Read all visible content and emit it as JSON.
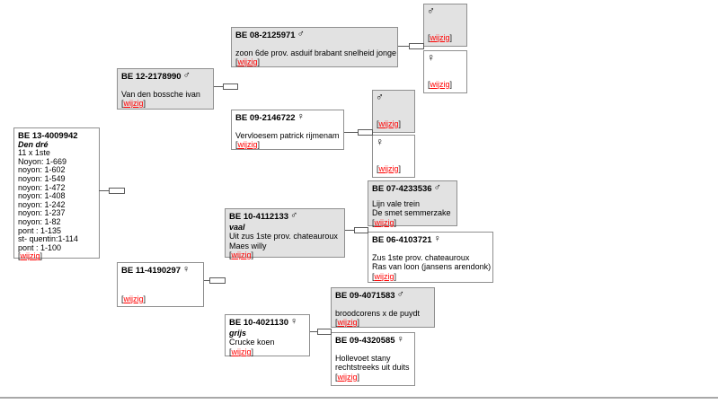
{
  "ui": {
    "edit_label": "wijzig",
    "open_bracket": "[",
    "close_bracket": "]",
    "male_symbol": "♂",
    "female_symbol": "♀",
    "colors": {
      "male_box_bg": "#e2e2e2",
      "female_box_bg": "#ffffff",
      "edit_link": "#ff0000",
      "box_border": "#8f8f8f"
    }
  },
  "pedigree": {
    "subject": {
      "ring": "BE 13-4009942",
      "name": "Den dré",
      "lines": [
        "11 x 1ste",
        "Noyon: 1-669",
        "noyon: 1-602",
        "noyon: 1-549",
        "noyon: 1-472",
        "noyon: 1-408",
        "noyon: 1-242",
        "noyon: 1-237",
        "noyon: 1-82",
        "pont : 1-135",
        "st- quentin:1-114",
        "pont : 1-100"
      ]
    },
    "father": {
      "ring": "BE 12-2178990",
      "sex": "♂",
      "lines": [
        "Van den bossche ivan"
      ]
    },
    "mother": {
      "ring": "BE 11-4190297",
      "sex": "♀",
      "lines": []
    },
    "ff": {
      "ring": "BE 08-2125971",
      "sex": "♂",
      "lines": [
        "zoon 6de prov. asduif brabant snelheid jonge"
      ]
    },
    "fm": {
      "ring": "BE 09-2146722",
      "sex": "♀",
      "lines": [
        "Vervloesem patrick rijmenam"
      ]
    },
    "mf": {
      "ring": "BE 10-4112133",
      "sex": "♂",
      "name": "vaal",
      "lines": [
        "Uit zus 1ste prov. chateauroux",
        "Maes willy"
      ]
    },
    "mm": {
      "ring": "BE 10-4021130",
      "sex": "♀",
      "name": "grijs",
      "lines": [
        "Crucke koen"
      ]
    },
    "fff": {
      "sex": "♂"
    },
    "ffm": {
      "sex": "♀"
    },
    "fmf": {
      "sex": "♂"
    },
    "fmm": {
      "sex": "♀"
    },
    "mff": {
      "ring": "BE 07-4233536",
      "sex": "♂",
      "lines": [
        "Lijn vale trein",
        "De smet semmerzake"
      ]
    },
    "mfm": {
      "ring": "BE 06-4103721",
      "sex": "♀",
      "lines": [
        "Zus 1ste prov. chateauroux",
        "Ras van loon (jansens arendonk)"
      ]
    },
    "mmf": {
      "ring": "BE 09-4071583",
      "sex": "♂",
      "lines": [
        "broodcorens x de puydt"
      ]
    },
    "mmm": {
      "ring": "BE 09-4320585",
      "sex": "♀",
      "lines": [
        "Hollevoet stany",
        "rechtstreeks uit duits"
      ]
    }
  }
}
